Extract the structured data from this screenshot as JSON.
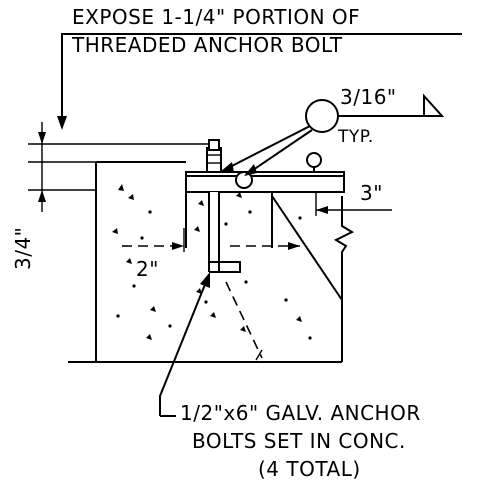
{
  "notes": {
    "top_line1": "EXPOSE 1-1/4\" PORTION OF",
    "top_line2": "THREADED ANCHOR BOLT",
    "weld_size": "3/16\"",
    "weld_typ": "TYP.",
    "dim_right": "3\"",
    "dim_left_vertical": "3/4\"",
    "dim_embed": "2\"",
    "bottom_line1": "1/2\"x6\" GALV. ANCHOR",
    "bottom_line2": "BOLTS SET IN CONC.",
    "bottom_line3": "(4 TOTAL)"
  }
}
